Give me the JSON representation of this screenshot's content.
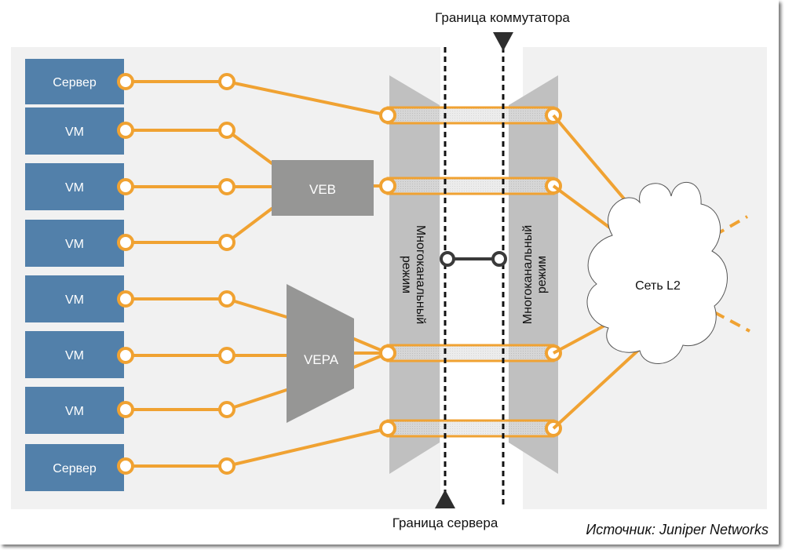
{
  "title_top": "Граница коммутатора",
  "title_bottom": "Граница сервера",
  "source": "Источник: Juniper Networks",
  "colors": {
    "panel": "#f1f1f1",
    "host_box": "#5280aa",
    "switch_box": "#969695",
    "link": "#f0a232",
    "band": "#c0c0c0",
    "marker": "#2e2e2e"
  },
  "hosts": [
    {
      "label": "Сервер"
    },
    {
      "label": "VM"
    },
    {
      "label": "VM"
    },
    {
      "label": "VM"
    },
    {
      "label": "VM"
    },
    {
      "label": "VM"
    },
    {
      "label": "VM"
    },
    {
      "label": "Сервер"
    }
  ],
  "bridges": {
    "veb": {
      "label": "VEB"
    },
    "vepa": {
      "label": "VEPA"
    }
  },
  "multichannel_left": {
    "line1": "Многоканальный",
    "line2": "режим"
  },
  "multichannel_right": {
    "line1": "Многоканальный",
    "line2": "режим"
  },
  "network": {
    "label": "Сеть L2"
  }
}
